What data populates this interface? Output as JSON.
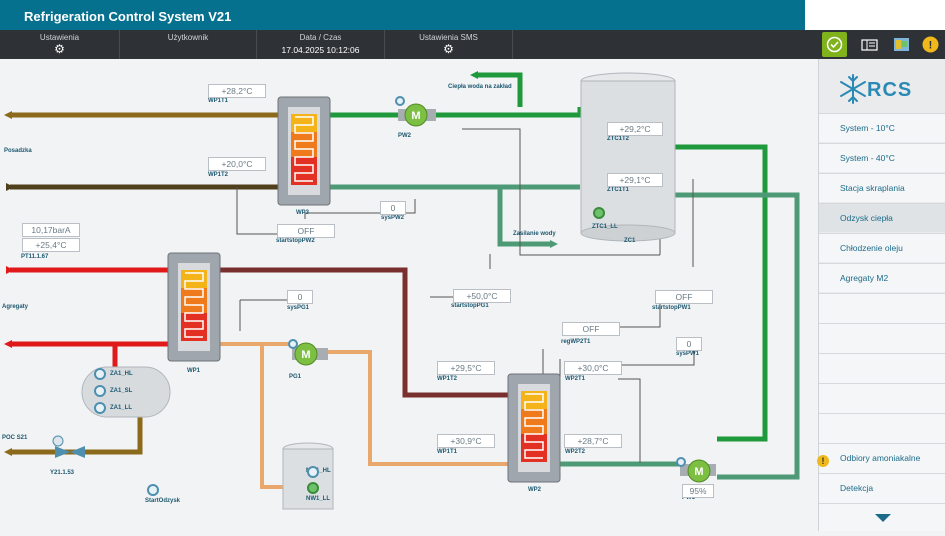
{
  "header": {
    "title": "Refrigeration Control System V21"
  },
  "infobar": {
    "settings_label": "Ustawienia",
    "user_label": "Użytkownik",
    "datetime_label": "Data / Czas",
    "datetime_value": "17.04.2025 10:12:06",
    "sms_label": "Ustawienia SMS"
  },
  "sidebar": {
    "logo_text": "RCS",
    "items": [
      {
        "label": "System - 10°C"
      },
      {
        "label": "System - 40°C"
      },
      {
        "label": "Stacja skraplania"
      },
      {
        "label": "Odzysk ciepła"
      },
      {
        "label": "Chłodzenie oleju"
      },
      {
        "label": "Agregaty M2"
      }
    ],
    "bottom_items": [
      {
        "label": "Odbiory amoniakalne"
      },
      {
        "label": "Detekcja"
      }
    ]
  },
  "diagram": {
    "labels": {
      "posadzka": "Posadzka",
      "agregaty": "Agregaty",
      "poc": "POC S21",
      "hot_water": "Ciepła woda na zakład",
      "zasilanie": "Zasilanie wody",
      "wp1t1": "WP1T1",
      "wp1t2": "WP1T2",
      "wp3": "WP3",
      "pw2": "PW2",
      "syspw2": "sysPW2",
      "startstoppw2": "startstopPW2",
      "zc1t2": "ZTC1T2",
      "zc1t1": "ZTC1T1",
      "zc1": "ZC1",
      "zc1_ll": "ZTC1_LL",
      "pt11": "PT11.1.67",
      "syspg1": "sysPG1",
      "startstoppg1": "startstopPG1",
      "startstoppw1": "startstopPW1",
      "pg1": "PG1",
      "wp1": "WP1",
      "regwp2t1": "regWP2T1",
      "syspw1": "sysPW1",
      "wp1t2b": "WP1T2",
      "wp2t1": "WP2T1",
      "wp2": "WP2",
      "wp2t2": "WP2T2",
      "wp1t1b": "WP1T1",
      "pw1": "PW1",
      "za1_hl": "ZA1_HL",
      "za1_sl": "ZA1_SL",
      "za1_ll": "ZA1_LL",
      "nw1_hl": "NW1_HL",
      "nw1_ll": "NW1_LL",
      "y21": "Y21.1.53",
      "startodzysk": "StartOdzysk"
    },
    "values": {
      "wp1t1": "+28,2°C",
      "wp1t2": "+20,0°C",
      "syspw2": "0",
      "startstoppw2": "OFF",
      "zc1t2": "+29,2°C",
      "zc1t1": "+29,1°C",
      "pressure": "10,17barA",
      "pt11_temp": "+25,4°C",
      "syspg1": "0",
      "startstoppg1": "+50,0°C",
      "startstoppw1": "OFF",
      "regwp2t1": "OFF",
      "syspw1": "0",
      "wp1t2b": "+29,5°C",
      "wp2t1": "+30,0°C",
      "wp1t1b": "+30,9°C",
      "wp2t2": "+28,7°C",
      "pw1_pct": "95%"
    }
  },
  "colors": {
    "title_bg": "#06708f",
    "green_pipe": "#1e9a3c",
    "red_pipe": "#e0191b",
    "brown_pipe": "#8b6a1b",
    "maroon_pipe": "#7a2f2f",
    "orange_pipe": "#e8a86c",
    "teal_pipe": "#4e9a76"
  }
}
